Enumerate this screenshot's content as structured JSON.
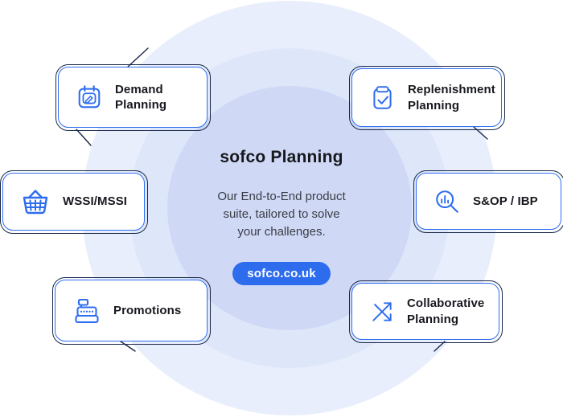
{
  "center": {
    "title": "sofco Planning",
    "description": "Our End-to-End product suite, tailored to solve your challenges.",
    "link_label": "sofco.co.uk"
  },
  "cards": [
    {
      "label": "Demand Planning",
      "icon": "calendar-pencil-icon"
    },
    {
      "label": "Replenishment Planning",
      "icon": "clipboard-check-icon"
    },
    {
      "label": "WSSI/MSSI",
      "icon": "shopping-basket-icon"
    },
    {
      "label": "S&OP / IBP",
      "icon": "magnifier-chart-icon"
    },
    {
      "label": "Promotions",
      "icon": "cash-register-icon"
    },
    {
      "label": "Collaborative Planning",
      "icon": "cross-arrows-icon"
    }
  ],
  "colors": {
    "accent_blue": "#2e6df0",
    "sketch_outline": "#182748",
    "button_blue": "#2e6cee",
    "circle_outer": "#e9eefc",
    "circle_middle": "#dee7fa",
    "circle_inner": "#cfd9f6",
    "heading_text": "#17181d",
    "body_text": "#3a3d45"
  }
}
